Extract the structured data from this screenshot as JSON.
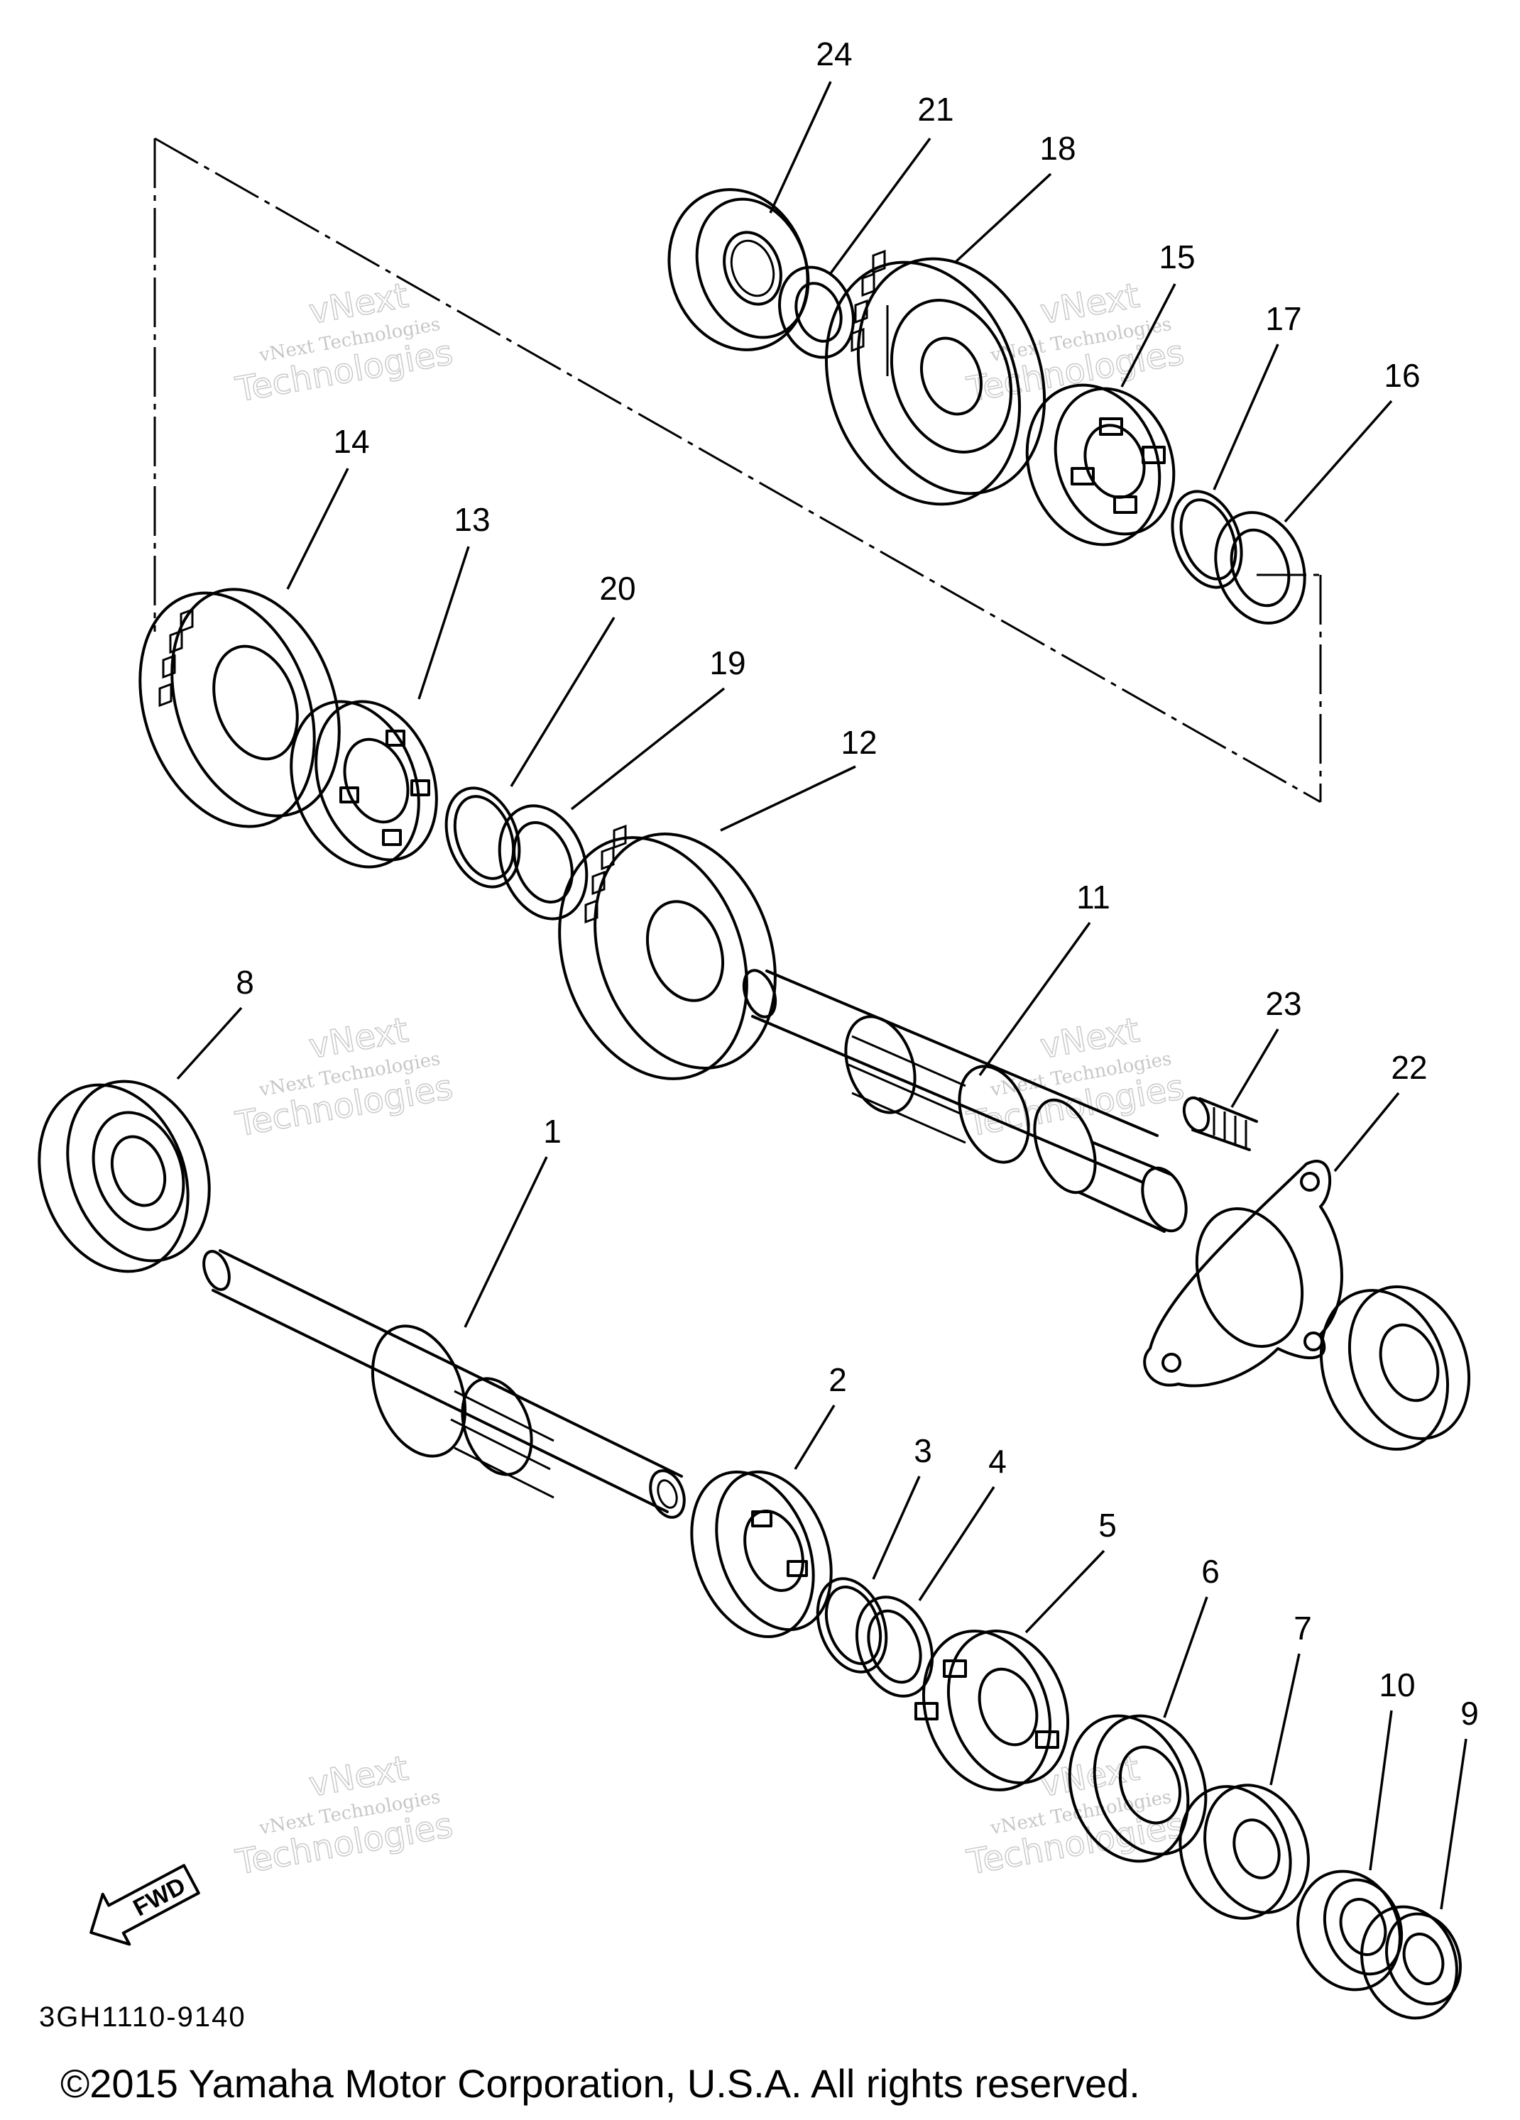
{
  "diagram": {
    "callouts": [
      "24",
      "21",
      "18",
      "15",
      "17",
      "16",
      "14",
      "13",
      "20",
      "19",
      "12",
      "11",
      "8",
      "23",
      "22",
      "1",
      "2",
      "3",
      "4",
      "5",
      "6",
      "7",
      "10",
      "9"
    ],
    "watermark": {
      "line1": "vNext",
      "line2": "vNext Technologies",
      "line3": "Technologies"
    },
    "fwd_label": "FWD",
    "drawing_code": "3GH1110-9140",
    "copyright": "©2015 Yamaha Motor Corporation, U.S.A. All rights reserved."
  }
}
